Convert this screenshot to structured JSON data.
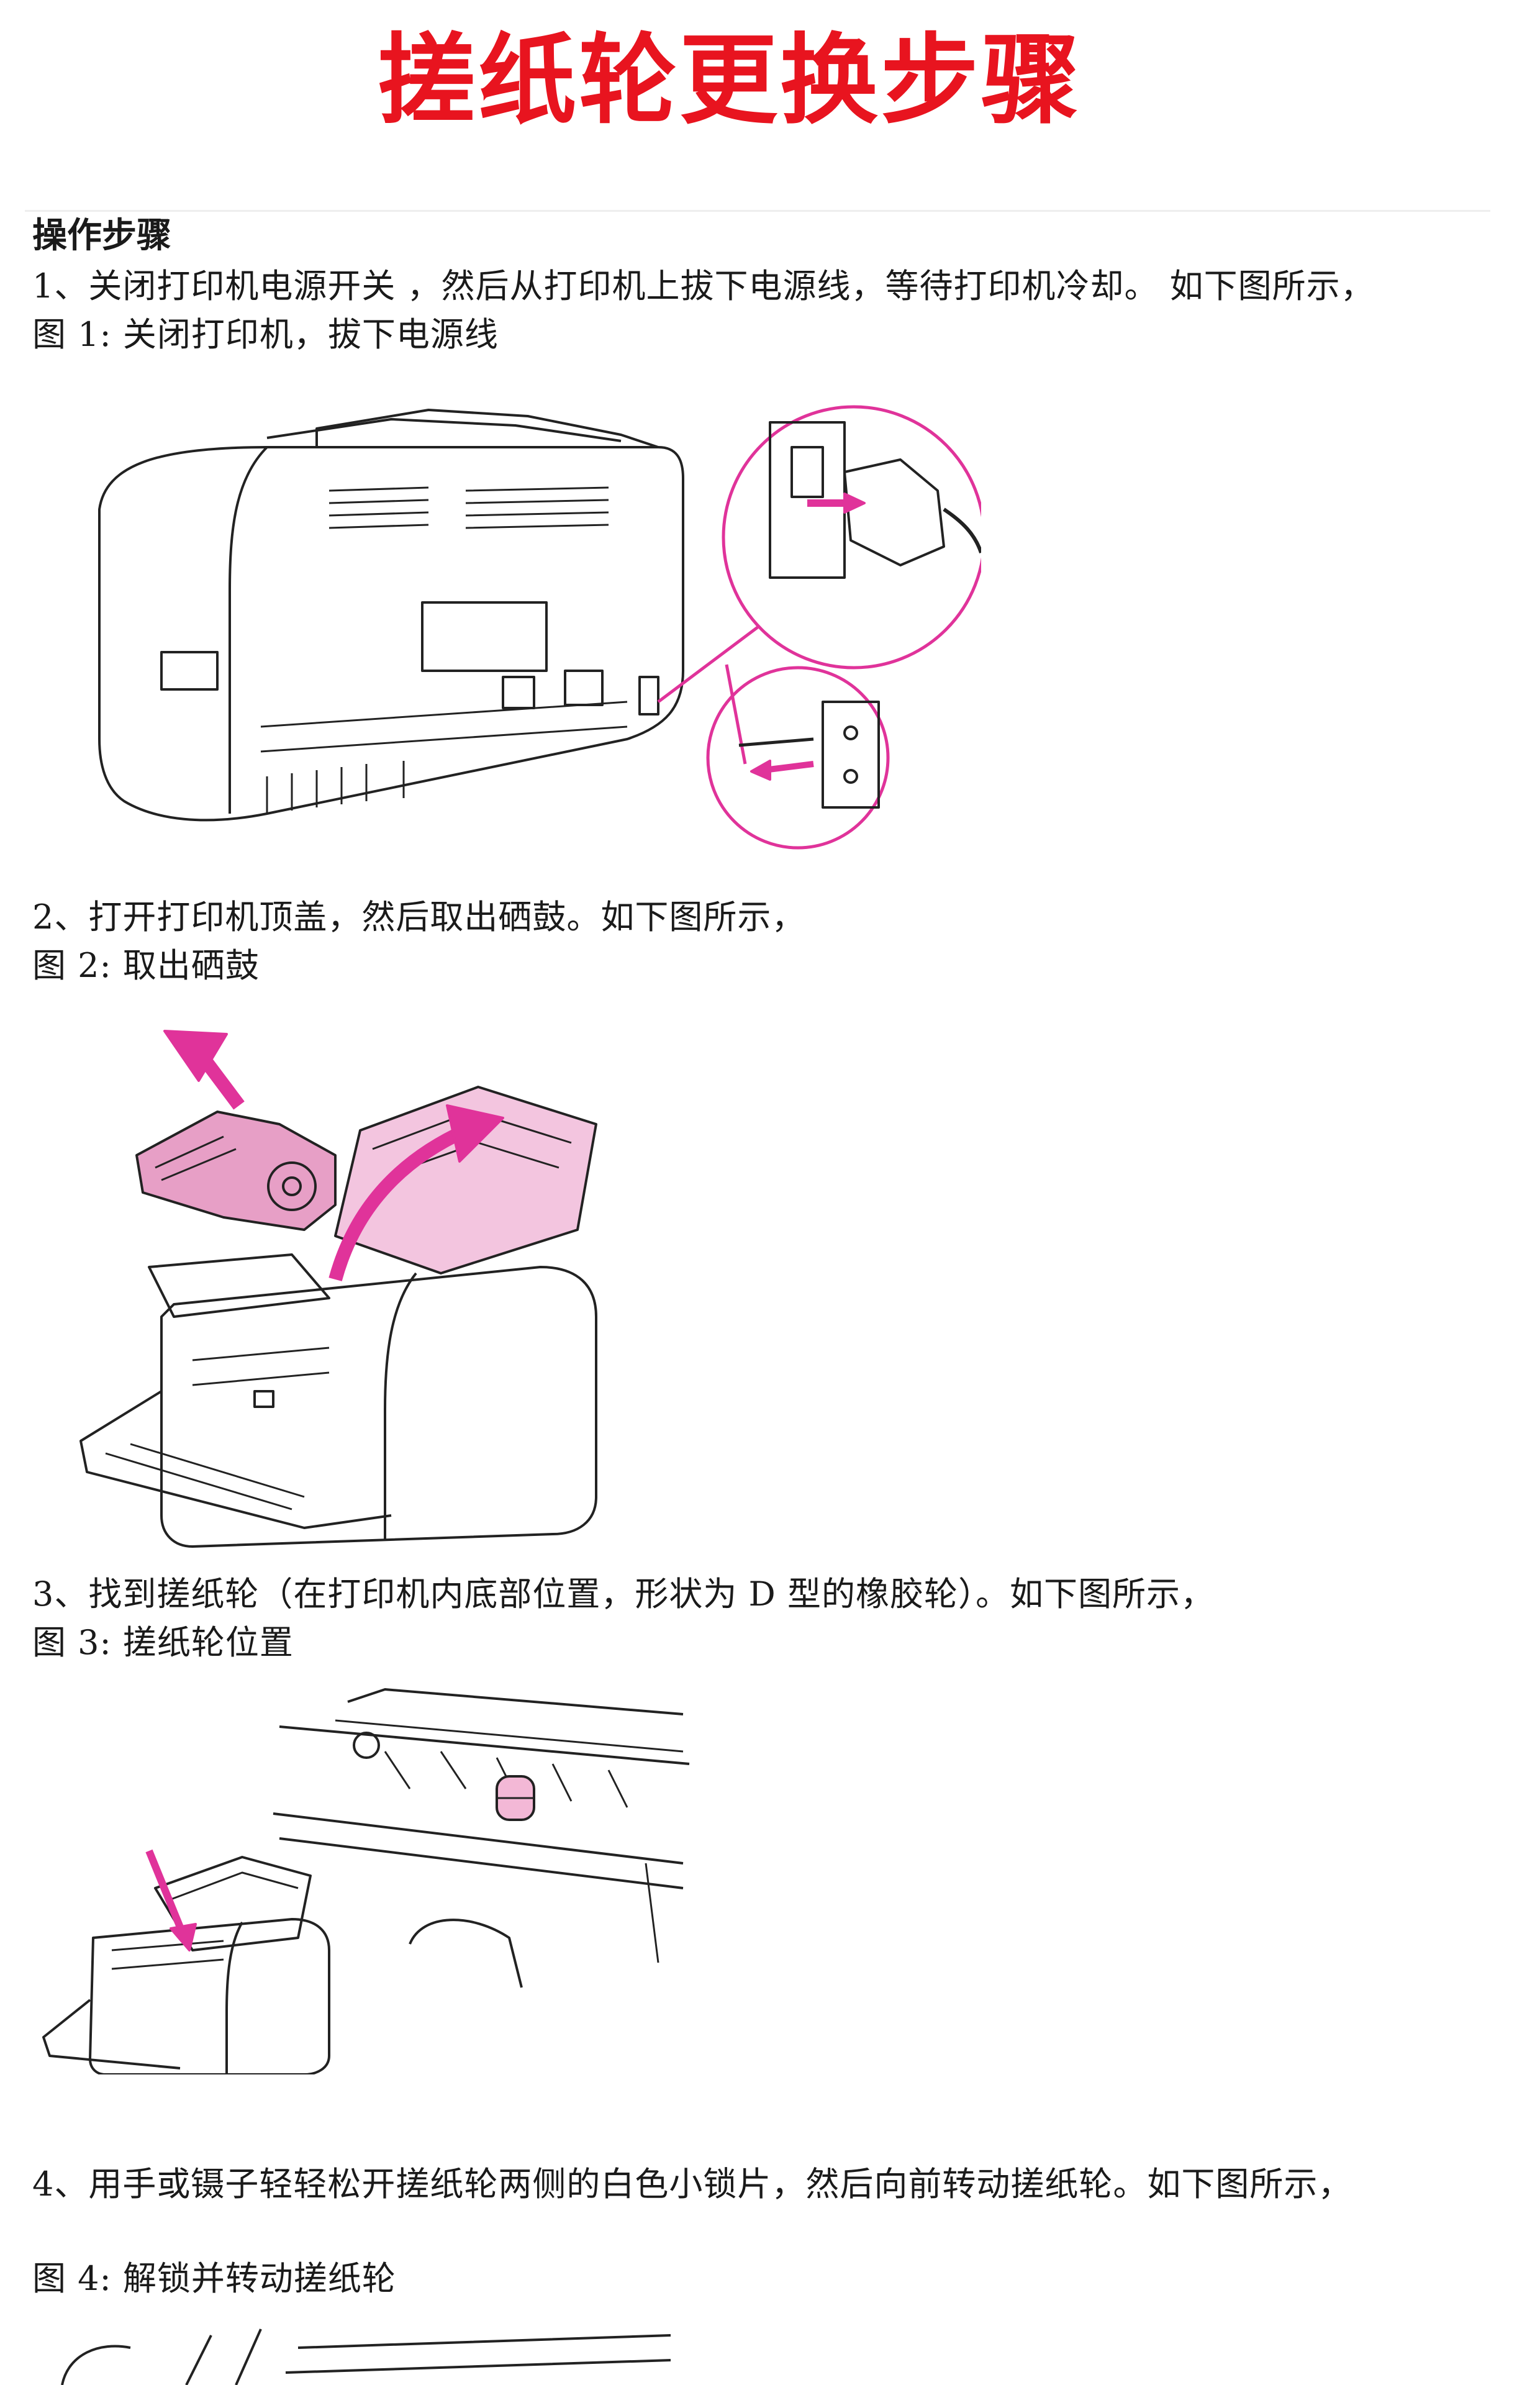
{
  "document": {
    "title": "搓纸轮更换步骤",
    "title_color": "#e8141f",
    "accent_color": "#e0339a",
    "heading": "操作步骤",
    "steps": [
      {
        "text": "1、关闭打印机电源开关 ，然后从打印机上拔下电源线，等待打印机冷却。 如下图所示，",
        "caption": "图 1: 关闭打印机，拔下电源线"
      },
      {
        "text": "2、打开打印机顶盖，然后取出硒鼓。如下图所示，",
        "caption": "图 2: 取出硒鼓"
      },
      {
        "text": "3、找到搓纸轮（在打印机内底部位置，形状为 D 型的橡胶轮）。如下图所示，",
        "caption": "图 3: 搓纸轮位置"
      },
      {
        "text": "4、用手或镊子轻轻松开搓纸轮两侧的白色小锁片，然后向前转动搓纸轮。如下图所示，",
        "caption": "图 4: 解锁并转动搓纸轮"
      }
    ]
  }
}
